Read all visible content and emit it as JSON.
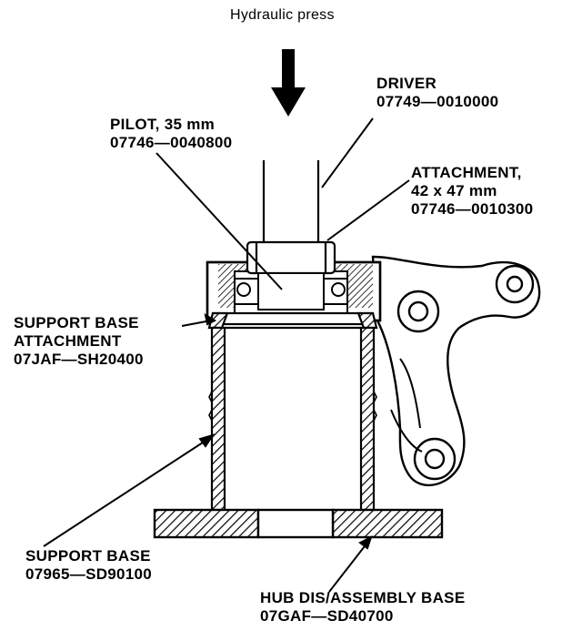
{
  "title": "Hydraulic press",
  "labels": {
    "driver": {
      "name": "DRIVER",
      "part": "07749—0010000"
    },
    "pilot": {
      "name": "PILOT, 35 mm",
      "part": "07746—0040800"
    },
    "attachment": {
      "name": "ATTACHMENT,",
      "size": "42 x 47 mm",
      "part": "07746—0010300"
    },
    "support_base_attachment": {
      "name1": "SUPPORT BASE",
      "name2": "ATTACHMENT",
      "part": "07JAF—SH20400"
    },
    "support_base": {
      "name": "SUPPORT BASE",
      "part": "07965—SD90100"
    },
    "hub_base": {
      "name": "HUB DIS/ASSEMBLY BASE",
      "part": "07GAF—SD40700"
    }
  }
}
